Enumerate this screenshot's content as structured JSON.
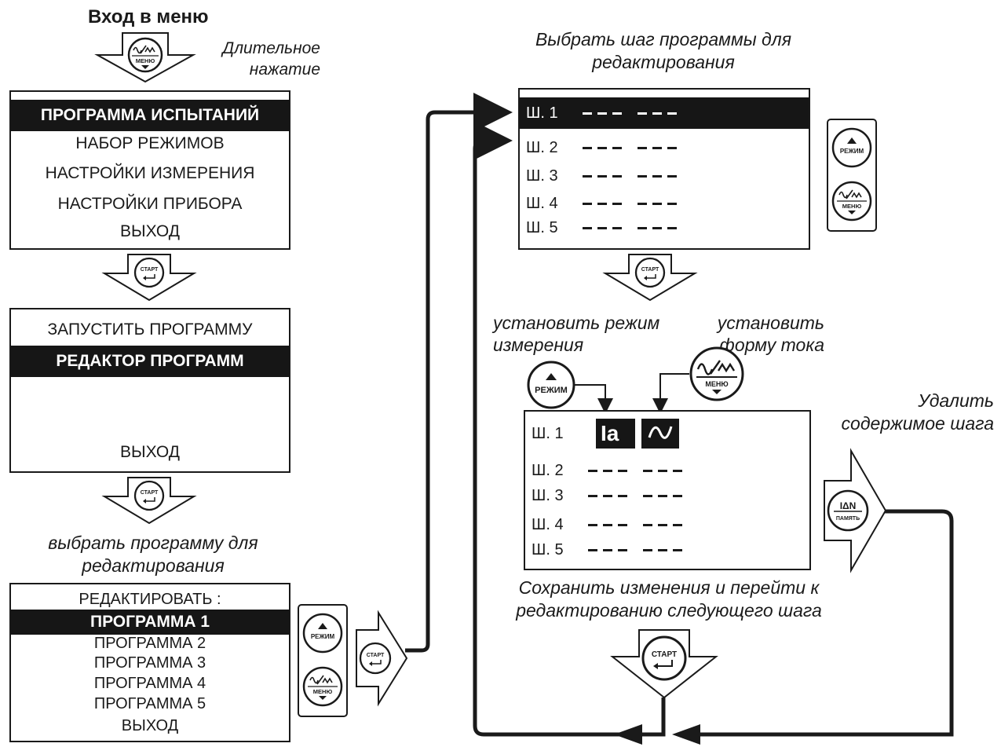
{
  "header": {
    "title": "Вход в меню",
    "long_press_note": "Длительное нажатие"
  },
  "main_menu": {
    "items": [
      {
        "label": "ПРОГРАММА ИСПЫТАНИЙ",
        "selected": true
      },
      {
        "label": "НАБОР РЕЖИМОВ",
        "selected": false
      },
      {
        "label": "НАСТРОЙКИ ИЗМЕРЕНИЯ",
        "selected": false
      },
      {
        "label": "НАСТРОЙКИ ПРИБОРА",
        "selected": false
      },
      {
        "label": "ВЫХОД",
        "selected": false
      }
    ]
  },
  "program_menu": {
    "items": [
      {
        "label": "ЗАПУСТИТЬ ПРОГРАММУ",
        "selected": false
      },
      {
        "label": "РЕДАКТОР ПРОГРАММ",
        "selected": true
      },
      {
        "label": "ВЫХОД",
        "selected": false
      }
    ]
  },
  "select_program_note": "выбрать программу для редактирования",
  "edit_menu": {
    "header": "РЕДАКТИРОВАТЬ :",
    "items": [
      {
        "label": "ПРОГРАММА 1",
        "selected": true
      },
      {
        "label": "ПРОГРАММА 2",
        "selected": false
      },
      {
        "label": "ПРОГРАММА 3",
        "selected": false
      },
      {
        "label": "ПРОГРАММА 4",
        "selected": false
      },
      {
        "label": "ПРОГРАММА 5",
        "selected": false
      },
      {
        "label": "ВЫХОД",
        "selected": false
      }
    ]
  },
  "select_step_note": "Выбрать шаг программы для редактирования",
  "steps_list": {
    "steps": [
      {
        "label": "Ш. 1",
        "selected": true
      },
      {
        "label": "Ш. 2",
        "selected": false
      },
      {
        "label": "Ш. 3",
        "selected": false
      },
      {
        "label": "Ш. 4",
        "selected": false
      },
      {
        "label": "Ш. 5",
        "selected": false
      }
    ]
  },
  "set_mode_note": "установить режим измерения",
  "set_waveform_note": "установить форму тока",
  "delete_step_note": "Удалить содержимое шага",
  "step_editor": {
    "steps": [
      {
        "label": "Ш. 1",
        "mode": "Ia",
        "waveform": "sine-icon",
        "editing": true
      },
      {
        "label": "Ш. 2",
        "editing": false
      },
      {
        "label": "Ш. 3",
        "editing": false
      },
      {
        "label": "Ш. 4",
        "editing": false
      },
      {
        "label": "Ш. 5",
        "editing": false
      }
    ]
  },
  "save_note": "Сохранить изменения и перейти к редактированию следующего шага",
  "buttons": {
    "menu": {
      "icon": "waveform-menu-icon",
      "label": "МЕНЮ"
    },
    "start": {
      "icon": "start-enter-icon",
      "label": "СТАРТ"
    },
    "mode": {
      "icon": "mode-up-icon",
      "label": "РЕЖИМ"
    },
    "memory": {
      "icon": "idn-memory-icon",
      "top": "IΔN",
      "label": "ПАМЯТЬ"
    }
  }
}
